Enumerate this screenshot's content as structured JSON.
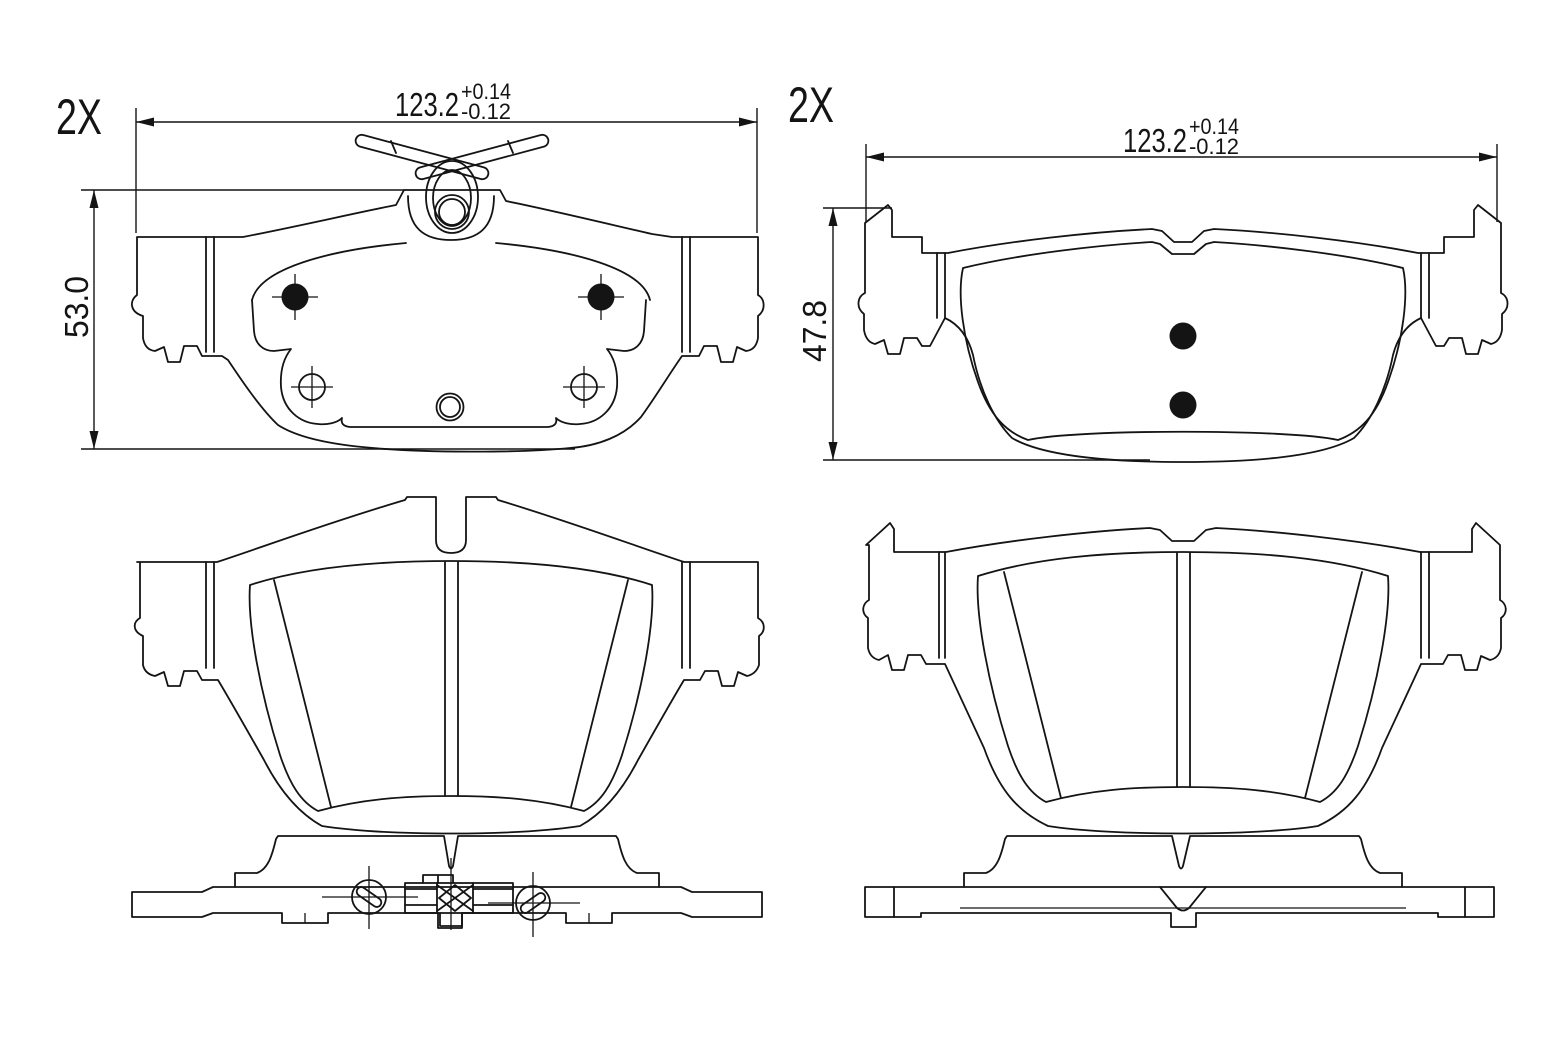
{
  "drawing": {
    "title": "brake pad set technical drawing",
    "background": "#ffffff",
    "line_color": "#141414",
    "views": [
      "back-view",
      "friction-surface-view",
      "plan-view"
    ]
  },
  "left_set": {
    "quantity_label": "2X",
    "width_value": "123.2",
    "width_tol_plus": "+0.14",
    "width_tol_minus": "-0.12",
    "height_value": "53.0"
  },
  "right_set": {
    "quantity_label": "2X",
    "width_value": "123.2",
    "width_tol_plus": "+0.14",
    "width_tol_minus": "-0.12",
    "height_value": "47.8"
  }
}
